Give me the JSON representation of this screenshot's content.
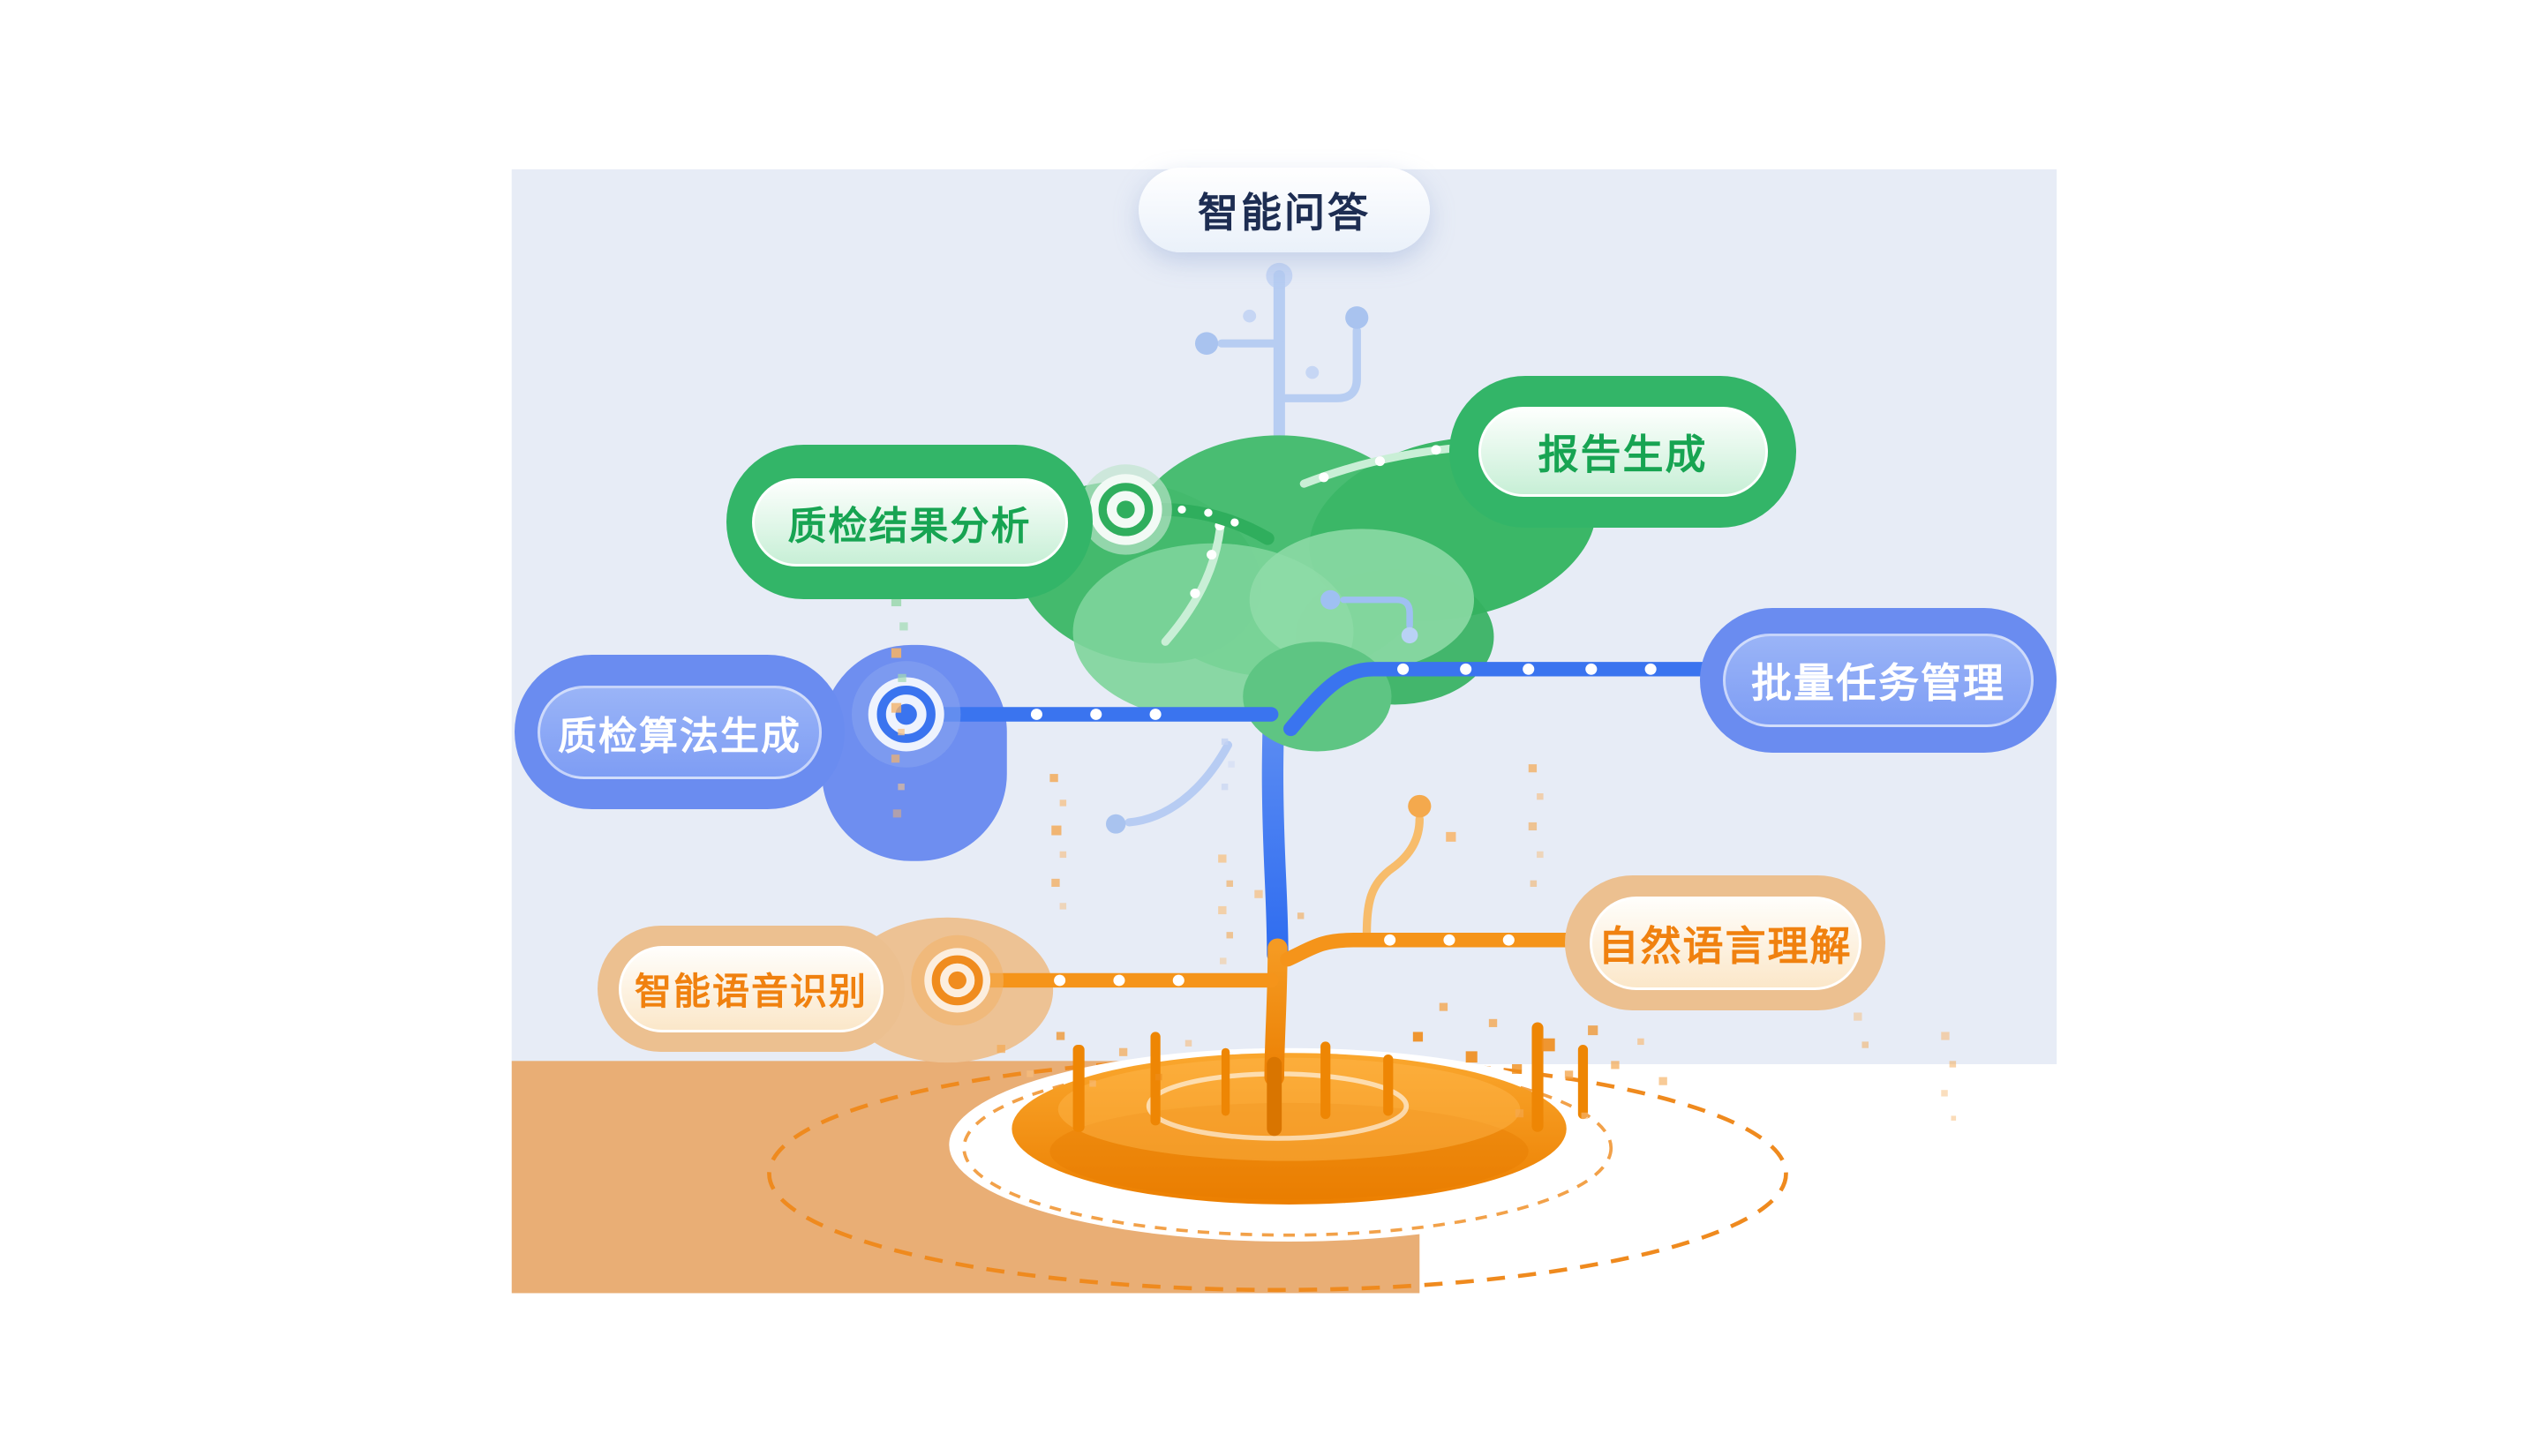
{
  "diagram": {
    "nodes": [
      {
        "id": "qa",
        "label": "智能问答",
        "color": "#eaf1fa",
        "text_color": "#1d2d52"
      },
      {
        "id": "report",
        "label": "报告生成",
        "color": "#33b568",
        "text_color": "#17a452"
      },
      {
        "id": "result",
        "label": "质检结果分析",
        "color": "#33b568",
        "text_color": "#17a452"
      },
      {
        "id": "batch",
        "label": "批量任务管理",
        "color": "#6a8cf0",
        "text_color": "#ffffff"
      },
      {
        "id": "algorithm",
        "label": "质检算法生成",
        "color": "#6a8cf0",
        "text_color": "#ffffff"
      },
      {
        "id": "nlu",
        "label": "自然语言理解",
        "color": "#ecc090",
        "text_color": "#f0810f"
      },
      {
        "id": "asr",
        "label": "智能语音识别",
        "color": "#ecc090",
        "text_color": "#f0810f"
      }
    ],
    "palette": {
      "panel_bg": "#e7ecf6",
      "ground_tan": "#e9ae75",
      "green": "#33b568",
      "blue": "#3a74ef",
      "light_blue": "#b7cdf2",
      "orange": "#f5941a",
      "deep_orange": "#ec8104"
    }
  }
}
